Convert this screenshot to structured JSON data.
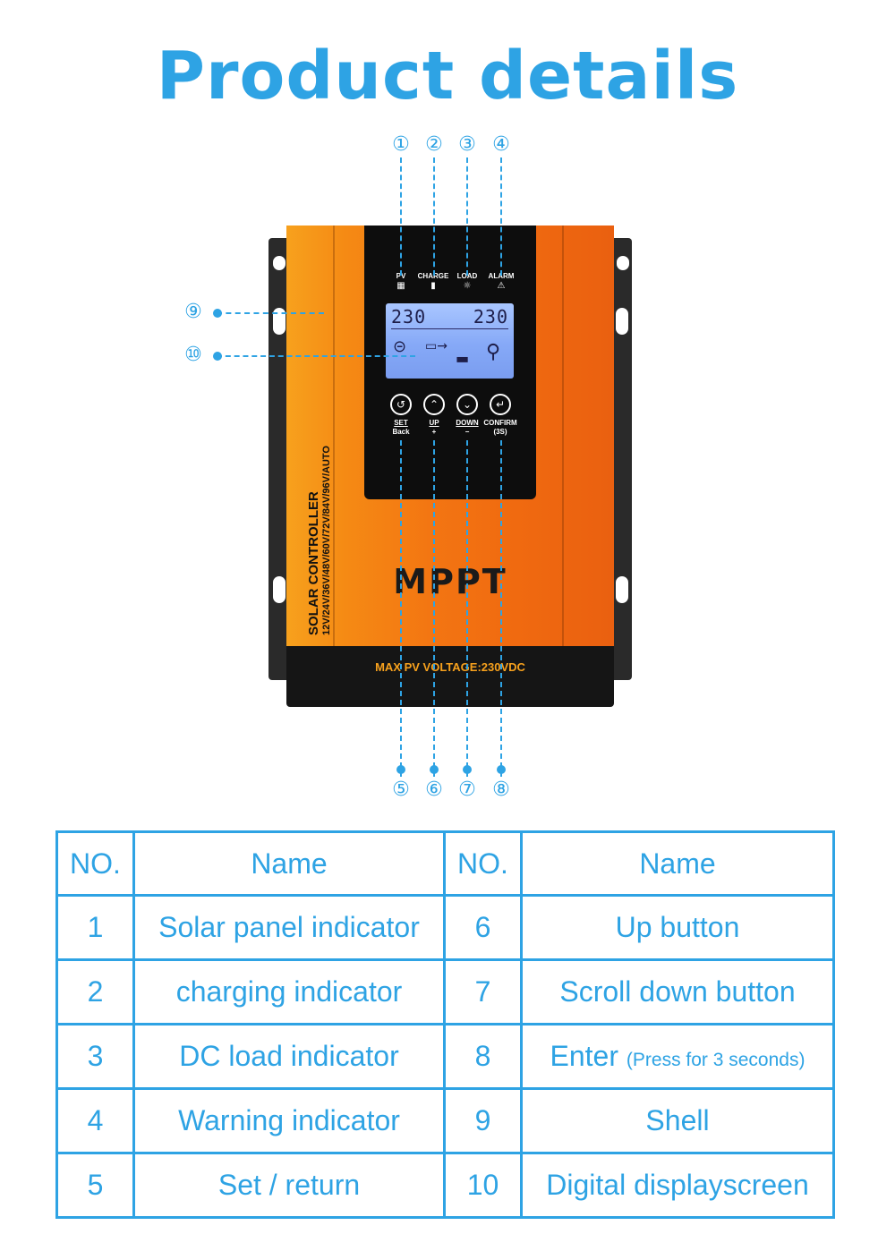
{
  "title": "Product details",
  "device": {
    "indicators": [
      {
        "label": "PV",
        "icon": "solar-panel-icon",
        "glyph": "▦"
      },
      {
        "label": "CHARGE",
        "icon": "battery-icon",
        "glyph": "▮"
      },
      {
        "label": "LOAD",
        "icon": "bulb-icon",
        "glyph": "☼"
      },
      {
        "label": "ALARM",
        "icon": "warning-icon",
        "glyph": "⚠"
      }
    ],
    "lcd_left": "230",
    "lcd_right": "230",
    "buttons": [
      {
        "label": "SET",
        "sub": "Back",
        "icon": "back-icon",
        "glyph": "↺"
      },
      {
        "label": "UP",
        "sub": "+",
        "icon": "up-icon",
        "glyph": "⌃"
      },
      {
        "label": "DOWN",
        "sub": "−",
        "icon": "down-icon",
        "glyph": "⌄"
      },
      {
        "label": "CONFIRM",
        "sub": "(3S)",
        "icon": "enter-icon",
        "glyph": "↵"
      }
    ],
    "side_title": "SOLAR CONTROLLER",
    "side_voltages": "12V/24V/36V/48V/60V/72V/84V/96V/AUTO",
    "brand": "MPPT",
    "max_voltage": "MAX PV VOLTAGE:230VDC"
  },
  "callouts": [
    "①",
    "②",
    "③",
    "④",
    "⑤",
    "⑥",
    "⑦",
    "⑧",
    "⑨",
    "⑩"
  ],
  "table": {
    "headers": {
      "no": "NO.",
      "name": "Name"
    },
    "rows": [
      {
        "no1": "1",
        "name1": "Solar panel indicator",
        "no2": "6",
        "name2": "Up button",
        "note2": ""
      },
      {
        "no1": "2",
        "name1": "charging indicator",
        "no2": "7",
        "name2": "Scroll down button",
        "note2": ""
      },
      {
        "no1": "3",
        "name1": "DC load indicator",
        "no2": "8",
        "name2": "Enter",
        "note2": "(Press for 3 seconds)"
      },
      {
        "no1": "4",
        "name1": "Warning indicator",
        "no2": "9",
        "name2": "Shell",
        "note2": ""
      },
      {
        "no1": "5",
        "name1": "Set / return",
        "no2": "10",
        "name2": "Digital displayscreen",
        "note2": ""
      }
    ]
  },
  "colors": {
    "accent": "#2ea3e4",
    "orange": "#f37512",
    "dark": "#151515"
  }
}
